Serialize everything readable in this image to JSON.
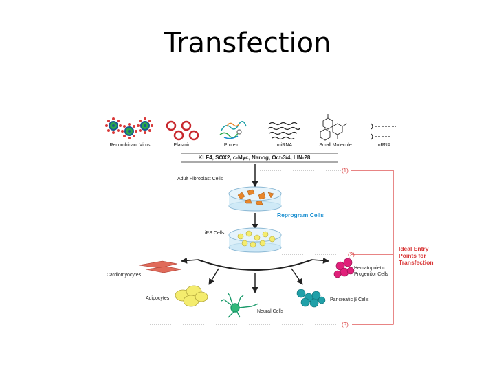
{
  "slide": {
    "title": "Transfection"
  },
  "vectors": [
    {
      "name": "virus",
      "label": "Recombinant Virus"
    },
    {
      "name": "plasmid",
      "label": "Plasmid"
    },
    {
      "name": "protein",
      "label": "Protein"
    },
    {
      "name": "mirna",
      "label": "miRNA"
    },
    {
      "name": "small-molecule",
      "label": "Small Molecule"
    },
    {
      "name": "mrna",
      "label": "mRNA"
    }
  ],
  "factors": "KLF4, SOX2, c-Myc, Nanog, Oct-3/4, LIN-28",
  "stages": {
    "adult_fibroblast": "Adult Fibroblast Cells",
    "reprogram": "Reprogram Cells",
    "ips": "iPS Cells"
  },
  "derived": {
    "cardiomyocytes": "Cardiomyocytes",
    "adipocytes": "Adipocytes",
    "neural": "Neural Cells",
    "pancreatic": "Pancreatic β Cells",
    "hematopoietic_line1": "Hematopoietic",
    "hematopoietic_line2": "Progenitor Cells"
  },
  "entry_points": {
    "markers": [
      "(1)",
      "(2)",
      "(3)"
    ],
    "label_line1": "Ideal Entry",
    "label_line2": "Points for",
    "label_line3": "Transfection"
  },
  "colors": {
    "red": "#d93a3a",
    "blue": "#1b8fd0",
    "orange": "#e8862a",
    "yellow": "#f4ec6e",
    "magenta": "#e0207a",
    "teal": "#20a0a8",
    "green": "#1a9a6a"
  }
}
